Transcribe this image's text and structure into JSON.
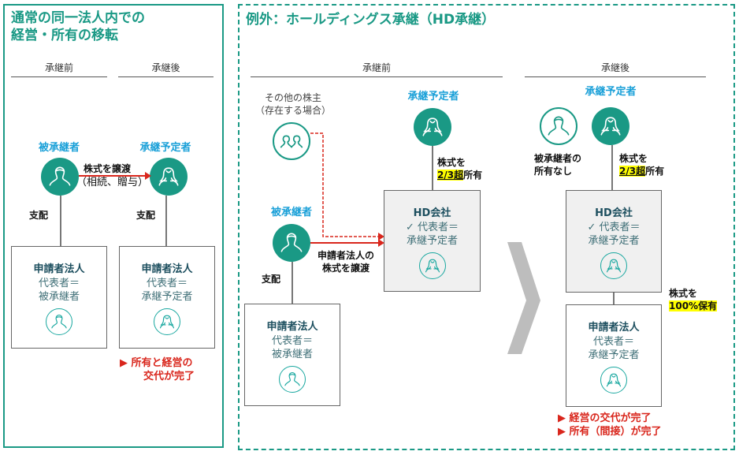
{
  "left_panel": {
    "title_line1": "通常の同一法人内での",
    "title_line2": "経営・所有の移転",
    "col_before": "承継前",
    "col_after": "承継後",
    "person_before": "被承継者",
    "person_after": "承継予定者",
    "transfer_line1": "株式を譲渡",
    "transfer_line2": "（相続、贈与）",
    "control_before": "支配",
    "control_after": "支配",
    "company_before": {
      "title": "申請者法人",
      "line1": "代表者＝",
      "line2": "被承継者"
    },
    "company_after": {
      "title": "申請者法人",
      "line1": "代表者＝",
      "line2": "承継予定者"
    },
    "result_line1": "▶ 所有と経営の",
    "result_line2": "交代が完了"
  },
  "right_panel": {
    "title": "例外：ホールディングス承継（HD承継）",
    "col_before": "承継前",
    "col_after": "承継後",
    "before": {
      "other_shareholders_line1": "その他の株主",
      "other_shareholders_line2": "（存在する場合）",
      "successor_label": "承継予定者",
      "predecessor_label": "被承継者",
      "ownership_line1": "株式を",
      "ownership_highlight": "2/3超",
      "ownership_suffix": "所有",
      "transfer_line1": "申請者法人の",
      "transfer_line2": "株式を譲渡",
      "control": "支配",
      "hd_company": {
        "title": "HD会社",
        "line1": "✓ 代表者＝",
        "line2": "承継予定者"
      },
      "company": {
        "title": "申請者法人",
        "line1": "代表者＝",
        "line2": "被承継者"
      }
    },
    "after": {
      "successor_label": "承継予定者",
      "no_ownership_line1": "被承継者の",
      "no_ownership_line2": "所有なし",
      "ownership_line1": "株式を",
      "ownership_highlight": "2/3超",
      "ownership_suffix": "所有",
      "hd_company": {
        "title": "HD会社",
        "line1": "✓ 代表者＝",
        "line2": "承継予定者"
      },
      "hold_line1": "株式を",
      "hold_highlight": "100%保有",
      "company": {
        "title": "申請者法人",
        "line1": "代表者＝",
        "line2": "承継予定者"
      },
      "result_line1": "▶ 経営の交代が完了",
      "result_line2": "▶ 所有（間接）が完了"
    }
  },
  "colors": {
    "accent": "#1a9985",
    "label_blue": "#1aa0d8",
    "result_red": "#d9261c",
    "highlight": "#ffff00"
  }
}
